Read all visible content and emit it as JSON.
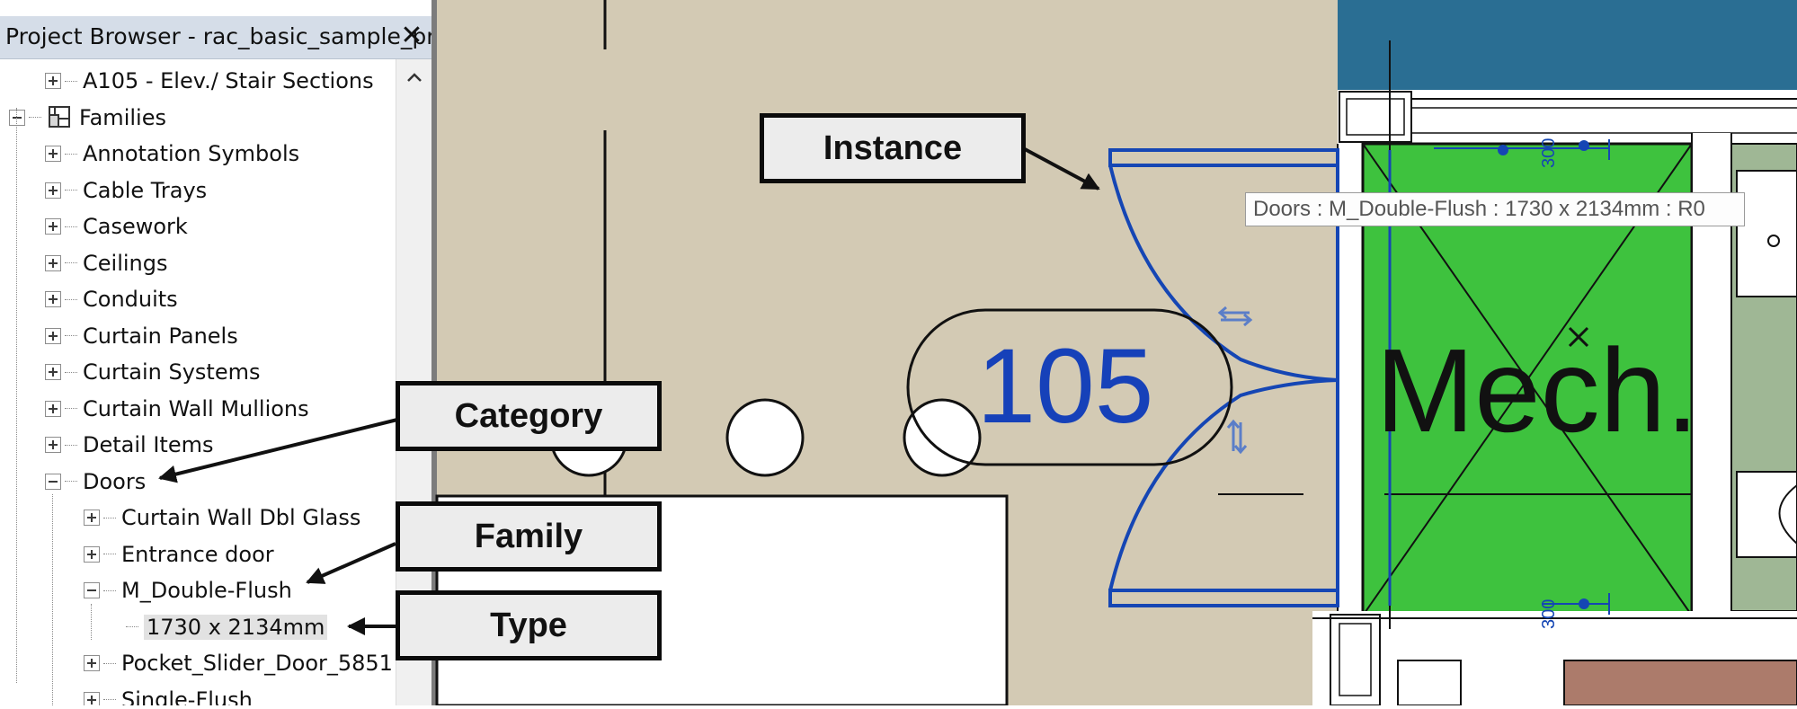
{
  "browser": {
    "title": "Project Browser - rac_basic_sample_pr...",
    "close_symbol": "✕",
    "tree": [
      {
        "label": "A105 - Elev./ Stair Sections",
        "expander": "plus",
        "level": 1
      },
      {
        "label": "Families",
        "expander": "minus",
        "level": 0,
        "icon": "families-icon"
      },
      {
        "label": "Annotation Symbols",
        "expander": "plus",
        "level": 1
      },
      {
        "label": "Cable Trays",
        "expander": "plus",
        "level": 1
      },
      {
        "label": "Casework",
        "expander": "plus",
        "level": 1
      },
      {
        "label": "Ceilings",
        "expander": "plus",
        "level": 1
      },
      {
        "label": "Conduits",
        "expander": "plus",
        "level": 1
      },
      {
        "label": "Curtain Panels",
        "expander": "plus",
        "level": 1
      },
      {
        "label": "Curtain Systems",
        "expander": "plus",
        "level": 1
      },
      {
        "label": "Curtain Wall Mullions",
        "expander": "plus",
        "level": 1
      },
      {
        "label": "Detail Items",
        "expander": "plus",
        "level": 1
      },
      {
        "label": "Doors",
        "expander": "minus",
        "level": 1
      },
      {
        "label": "Curtain Wall Dbl Glass",
        "expander": "plus",
        "level": 2
      },
      {
        "label": "Entrance door",
        "expander": "plus",
        "level": 2
      },
      {
        "label": "M_Double-Flush",
        "expander": "minus",
        "level": 2
      },
      {
        "label": "1730 x 2134mm",
        "expander": "none",
        "level": 3,
        "selected": true
      },
      {
        "label": "Pocket_Slider_Door_5851",
        "expander": "plus",
        "level": 2
      },
      {
        "label": "Single-Flush",
        "expander": "plus",
        "level": 2
      }
    ]
  },
  "canvas": {
    "room_number": "105",
    "room_name": "Mech.",
    "dimension_label": "300",
    "tooltip": "Doors : M_Double-Flush : 1730 x 2134mm : R0"
  },
  "callouts": {
    "instance": "Instance",
    "category": "Category",
    "family": "Family",
    "type": "Type"
  },
  "colors": {
    "floor": "#d3cab4",
    "room_green": "#3ec23e",
    "room_blue": "#2a6e93",
    "room_sage": "#9fb795",
    "room_brown": "#ac7b6b",
    "door_blue": "#1546b4",
    "tag_blue": "#1641b9"
  }
}
